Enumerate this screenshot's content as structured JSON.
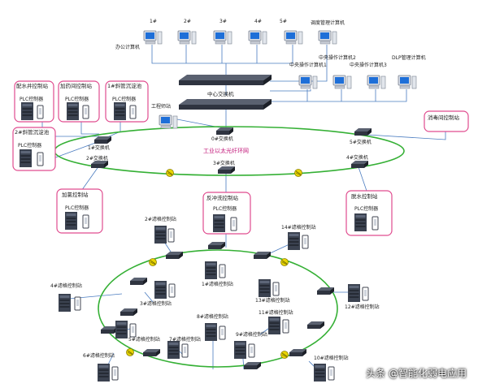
{
  "pcs": {
    "pc1": "1#",
    "pc2": "2#",
    "pc3": "3#",
    "pc4": "4#",
    "pc5": "5#",
    "office": "办公计算机",
    "dispatch": "调度管理计算机",
    "central2": "中央操作计算机2",
    "central1": "中央操作计算机1",
    "central3": "中央操作计算机3",
    "dlp": "DLP管理计算机",
    "engineer": "工程师站"
  },
  "core": {
    "core_switch": "中心交换机",
    "sw0": "0#交换机",
    "sw1": "1#交换机",
    "sw2": "2#交换机",
    "sw3": "3#交换机",
    "sw4": "4#交换机",
    "sw5": "5#交换机",
    "ring_label": "工业以太光纤环网"
  },
  "stations": {
    "water_intake": "配水井控制站",
    "dosing": "加药间控制站",
    "sed1": "1#斜管沉淀池",
    "sed2": "2#斜管沉淀池",
    "disinfection": "消毒间控制站",
    "chlorine": "加氯控制站",
    "backwash": "反冲洗控制站",
    "dewatering": "脱水控制站",
    "plc": "PLC控制器"
  },
  "filters": {
    "f1": "1#滤格控制站",
    "f2": "2#滤格控制站",
    "f3": "3#滤格控制站",
    "f4": "4#滤格控制站",
    "f5": "5#滤格控制站",
    "f6": "6#滤格控制站",
    "f7": "7#滤格控制站",
    "f8": "8#滤格控制站",
    "f9": "9#滤格控制站",
    "f10": "10#滤格控制站",
    "f11": "11#滤格控制站",
    "f12": "12#滤格控制站",
    "f13": "13#滤格控制站",
    "f14": "14#滤格控制站"
  },
  "watermark": "头条 @智能化弱电应用",
  "colors": {
    "ring": "#35b035",
    "station_border": "#e04c8f",
    "cable": "#4a7cc0",
    "screen": "#1e6fd8",
    "switch": "#2f3440",
    "node": "#e8d400",
    "label_accent": "#c2187a"
  }
}
